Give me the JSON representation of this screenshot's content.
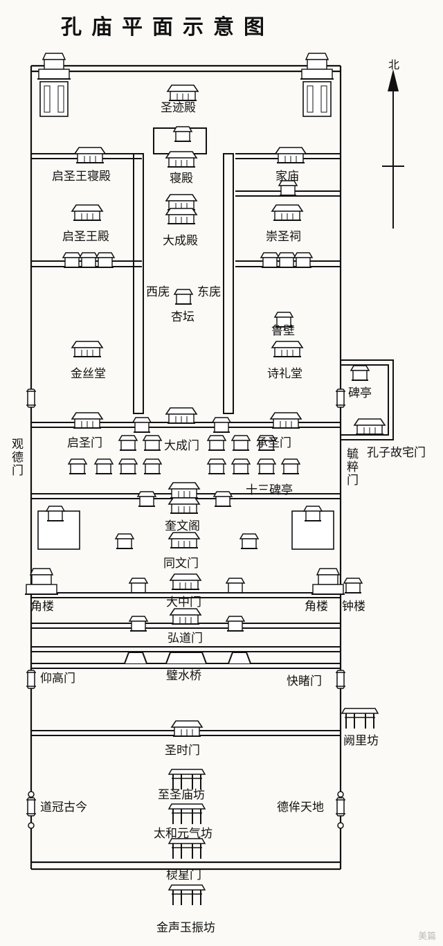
{
  "title": "孔庙平面示意图",
  "north": "北",
  "watermark": "美篇",
  "labels": {
    "shengjidian": "圣迹殿",
    "qsw_qindian": "启圣王寝殿",
    "jiamiao": "家庙",
    "qindian": "寝殿",
    "qsw_dian": "启圣王殿",
    "dachengdian": "大成殿",
    "chongshengci": "崇圣祠",
    "xiwu": "西庑",
    "dongwu": "东庑",
    "xingtan": "杏坛",
    "lubi": "鲁壁",
    "jinsitang": "金丝堂",
    "shilitang": "诗礼堂",
    "beiting": "碑亭",
    "qishengmen": "启圣门",
    "dachengmen": "大成门",
    "chengshengmen": "承圣门",
    "kongzi_guzhai": "孔子故宅门",
    "guandemen": "观德门",
    "yucuimen": "毓粹门",
    "shisan_beiting": "十三碑亭",
    "kuiwenge": "奎文阁",
    "tongwenmen": "同文门",
    "jiaolou_w": "角楼",
    "dazhongmen": "大中门",
    "jiaolou_e": "角楼",
    "zhonglou": "钟楼",
    "hongdaomen": "弘道门",
    "bishuiqiao": "璧水桥",
    "yanggaomen": "仰高门",
    "kuaidumen": "快睹门",
    "quelifang": "阙里坊",
    "shengshimen": "圣时门",
    "zhishengmiaofang": "至圣庙坊",
    "daoguangujin": "道冠古今",
    "depeitiandi": "德侔天地",
    "taiheyuanqifang": "太和元气坊",
    "lingxingmen": "棂星门",
    "jinshengyuzhenfang": "金声玉振坊"
  }
}
